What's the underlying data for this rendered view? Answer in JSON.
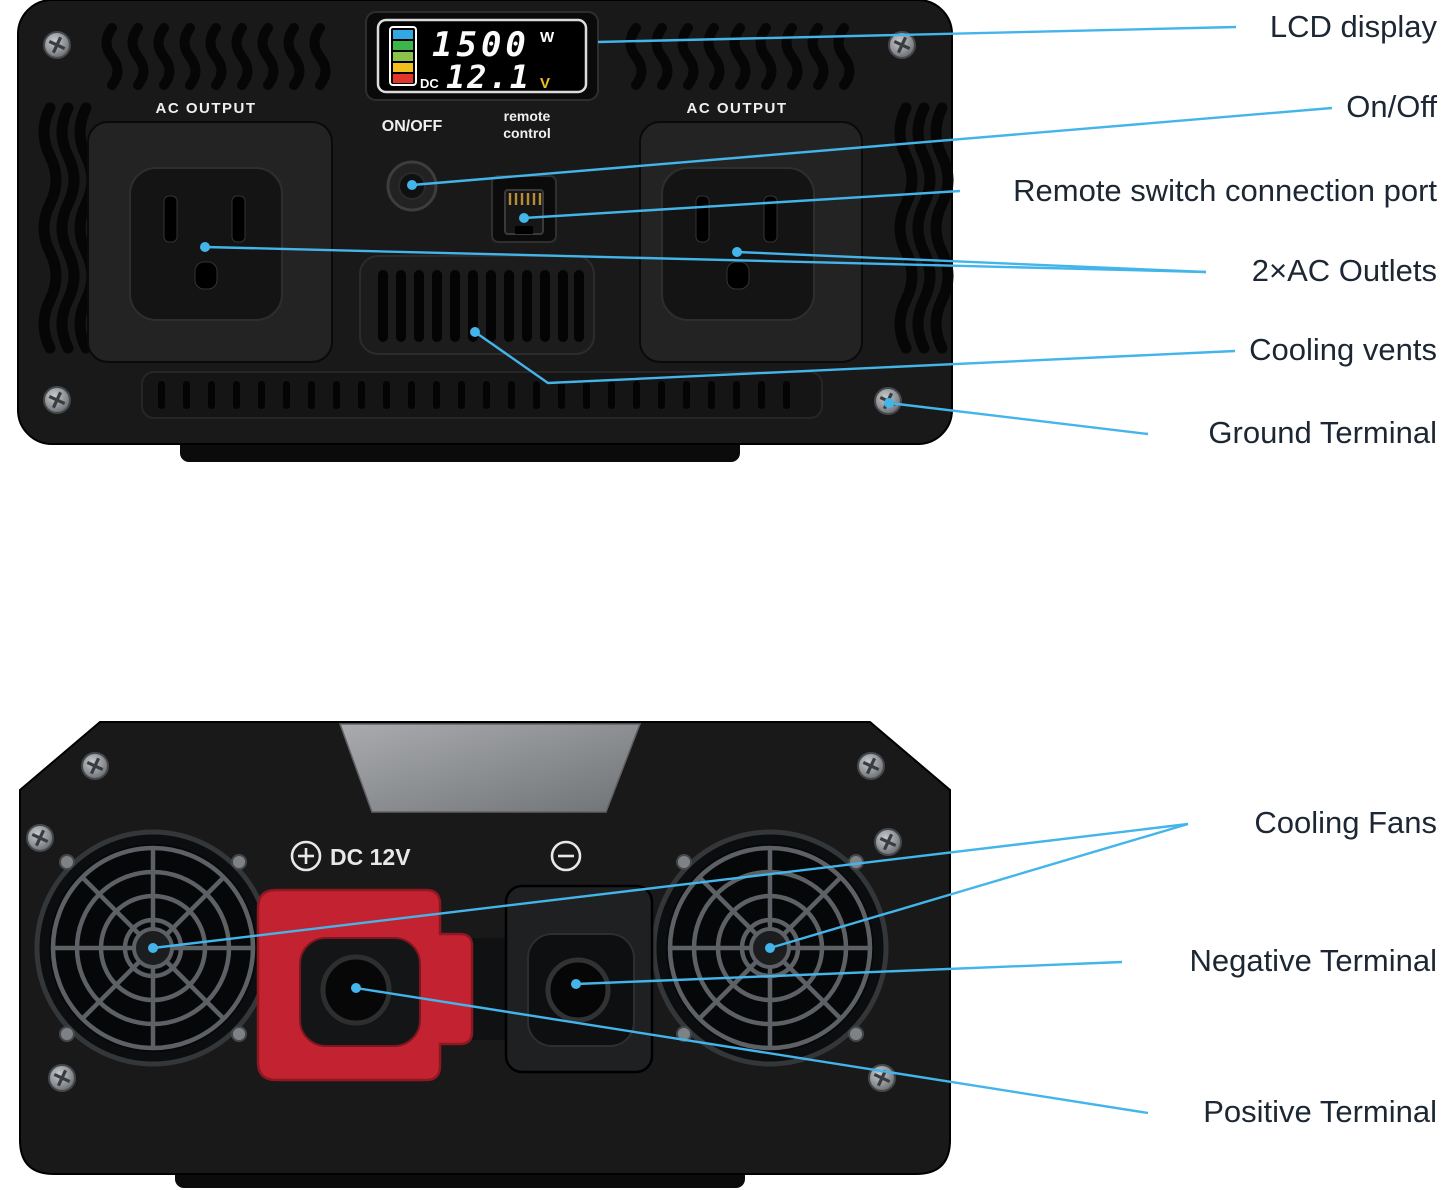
{
  "front": {
    "ac_output": "AC OUTPUT",
    "on_off": "ON/OFF",
    "remote_line1": "remote",
    "remote_line2": "control",
    "lcd": {
      "watts": "1500",
      "watts_unit": "W",
      "dc": "DC",
      "volts": "12.1",
      "volts_unit": "V"
    }
  },
  "back": {
    "plus_dc_label": "DC 12V"
  },
  "callouts": {
    "front": [
      {
        "label": "LCD display"
      },
      {
        "label": "On/Off"
      },
      {
        "label": "Remote switch connection port"
      },
      {
        "label": "2×AC Outlets"
      },
      {
        "label": "Cooling vents"
      },
      {
        "label": "Ground Terminal"
      }
    ],
    "back": [
      {
        "label": "Cooling Fans"
      },
      {
        "label": "Negative Terminal"
      },
      {
        "label": "Positive Terminal"
      }
    ]
  },
  "colors": {
    "leader_line": "#43b5ea",
    "label_text": "#1c2733",
    "body_black": "#191919",
    "positive_terminal_red": "#c32330",
    "lcd_volts_unit_yellow": "#f0c020",
    "battery_segments_top_to_bottom": [
      "#31a7e4",
      "#3cb54a",
      "#8bc34a",
      "#f2c01d",
      "#e2362b"
    ]
  }
}
